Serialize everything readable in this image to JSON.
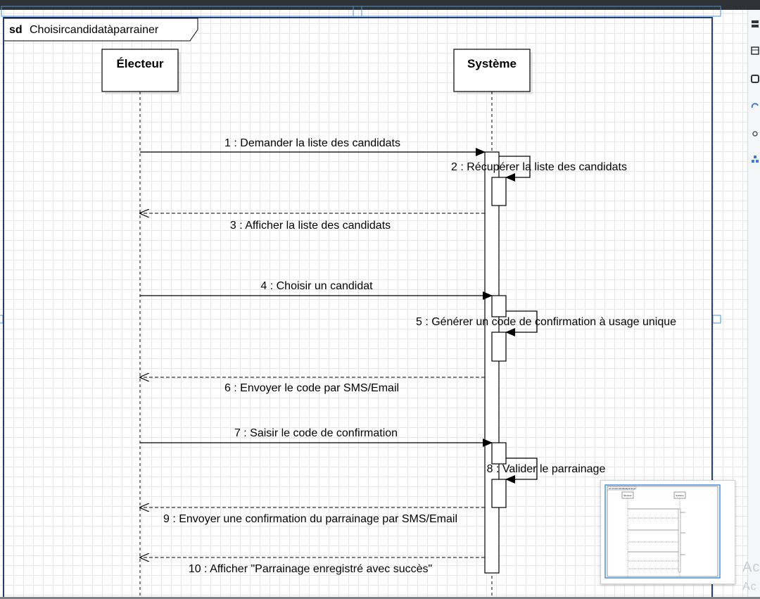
{
  "frame": {
    "keyword": "sd",
    "name": "Choisircandidatàparrainer"
  },
  "lifelines": [
    {
      "name": "Électeur"
    },
    {
      "name": "Système"
    }
  ],
  "messages": [
    {
      "label": "1 : Demander la liste des candidats",
      "kind": "sync"
    },
    {
      "label": "2 : Récupérer la liste des candidats",
      "kind": "self"
    },
    {
      "label": "3 : Afficher la liste des candidats",
      "kind": "return"
    },
    {
      "label": "4 : Choisir un candidat",
      "kind": "sync"
    },
    {
      "label": "5 : Générer un code de confirmation à usage unique",
      "kind": "self"
    },
    {
      "label": "6 : Envoyer le code par SMS/Email",
      "kind": "return"
    },
    {
      "label": "7 : Saisir le code de confirmation",
      "kind": "sync"
    },
    {
      "label": "8 : Valider le parrainage",
      "kind": "self"
    },
    {
      "label": "9 :  Envoyer une confirmation du parrainage par SMS/Email",
      "kind": "return"
    },
    {
      "label": "10 : Afficher \"Parrainage enregistré avec succès\"",
      "kind": "return"
    }
  ],
  "right_panel": {
    "icons": [
      "format-icon",
      "page-icon",
      "diagram-icon",
      "redo-icon",
      "link-icon",
      "hierarchy-icon"
    ]
  },
  "minimap": {
    "frame_title": "sd Choisircandidatàparrainer",
    "lifelines": [
      "Électeur",
      "Système"
    ]
  },
  "watermark": {
    "line1": "Ac",
    "line2": "Ac"
  },
  "colors": {
    "topbar": "#2f3338",
    "grid": "#e4e7ec",
    "selection": "#4a90d9",
    "frame_border": "#3b5a9a"
  }
}
